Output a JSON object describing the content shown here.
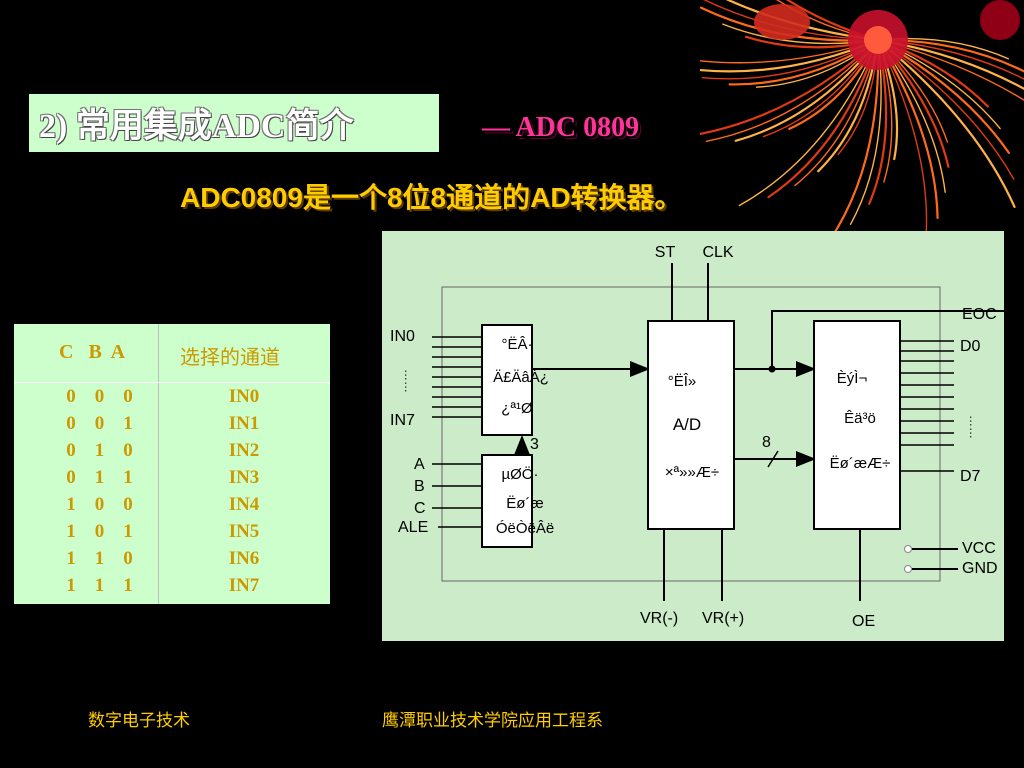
{
  "title": "2)  常用集成ADC简介",
  "subtitle": "— ADC 0809",
  "description": "ADC0809是一个8位8通道的AD转换器。",
  "truth_table": {
    "header_inputs": "C   B  A",
    "header_channel": "选择的通道",
    "rows": [
      {
        "c": "0",
        "b": "0",
        "a": "0",
        "ch": "IN0"
      },
      {
        "c": "0",
        "b": "0",
        "a": "1",
        "ch": "IN1"
      },
      {
        "c": "0",
        "b": "1",
        "a": "0",
        "ch": "IN2"
      },
      {
        "c": "0",
        "b": "1",
        "a": "1",
        "ch": "IN3"
      },
      {
        "c": "1",
        "b": "0",
        "a": "0",
        "ch": "IN4"
      },
      {
        "c": "1",
        "b": "0",
        "a": "1",
        "ch": "IN5"
      },
      {
        "c": "1",
        "b": "1",
        "a": "0",
        "ch": "IN6"
      },
      {
        "c": "1",
        "b": "1",
        "a": "1",
        "ch": "IN7"
      }
    ]
  },
  "block_diagram": {
    "st": "ST",
    "clk": "CLK",
    "eoc": "EOC",
    "d0": "D0",
    "d7": "D7",
    "vcc": "VCC",
    "gnd": "GND",
    "in0": "IN0",
    "in7": "IN7",
    "dots_vertical": "……",
    "addr_a": "A",
    "addr_b": "B",
    "addr_c": "C",
    "ale": "ALE",
    "bus_width_3": "3",
    "bus_width_8": "8",
    "vr_minus": "VR(-)",
    "vr_plus": "VR(+)",
    "oe": "OE",
    "mux_block": [
      "°ËÂ·",
      "Ä£ÄâÁ¿",
      "¿ª¹Ø"
    ],
    "decoder_block": [
      "µØÖ·",
      "Ëø´æ",
      "ÓëÒëÂë"
    ],
    "adc_block": [
      "°ËÎ»",
      "A/D",
      "×ª»»Æ÷"
    ],
    "latch_block": [
      "ÈýÌ¬",
      "Êä³ö",
      "Ëø´æÆ÷"
    ]
  },
  "footer": {
    "left": "数字电子技术",
    "right": "鹰潭职业技术学院应用工程系"
  },
  "colors": {
    "background": "#000000",
    "panel_green": "#ccffcc",
    "diagram_bg": "#ccebc8",
    "accent_yellow": "#ffcc00",
    "accent_pink": "#ff3399",
    "table_text": "#cc9900"
  }
}
